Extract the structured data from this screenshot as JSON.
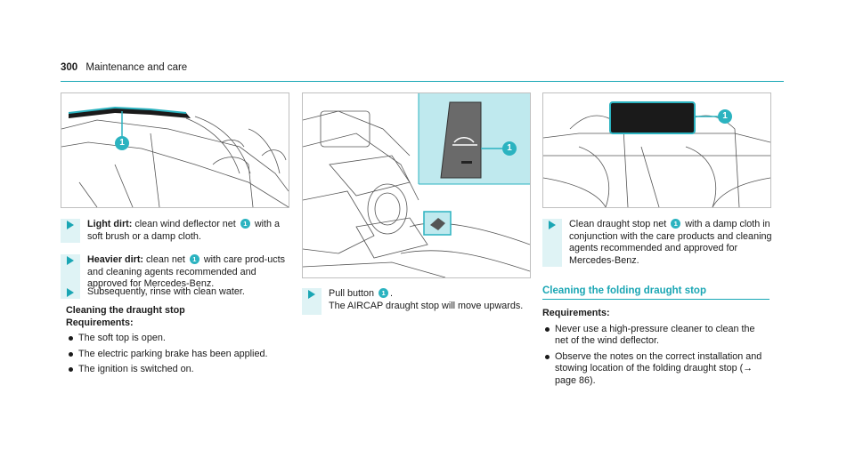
{
  "header": {
    "page_number": "300",
    "section": "Maintenance and care"
  },
  "callout_label": "1",
  "col1": {
    "step1": {
      "label": "Light dirt:",
      "pre": "clean wind deflector net",
      "post": "with a soft brush or a damp cloth."
    },
    "step2": {
      "label": "Heavier dirt:",
      "pre": "clean net",
      "post": "with care prod-ucts and cleaning agents recommended and approved for Mercedes-Benz."
    },
    "step3": {
      "text": "Subsequently, rinse with clean water."
    },
    "heading": "Cleaning the draught stop",
    "req_label": "Requirements:",
    "bullets": [
      "The soft top is open.",
      "The electric parking brake has been applied.",
      "The ignition is switched on."
    ]
  },
  "col2": {
    "step1": {
      "pre": "Pull button",
      "post": ".",
      "line2": "The AIRCAP draught stop will move upwards."
    }
  },
  "col3": {
    "step1": {
      "pre": "Clean draught stop net",
      "post": "with a damp cloth in conjunction with the care products and cleaning agents recommended and approved for Mercedes-Benz."
    },
    "section_title": "Cleaning the folding draught stop",
    "req_label": "Requirements:",
    "bullets": [
      "Never use a high-pressure cleaner to clean the net of the wind deflector.",
      "Observe the notes on the correct installation and stowing location of the folding draught stop (→ page 86)."
    ]
  },
  "colors": {
    "accent": "#2bb3c0",
    "rule": "#19a7b5",
    "highlight": "#bfe9ee"
  }
}
